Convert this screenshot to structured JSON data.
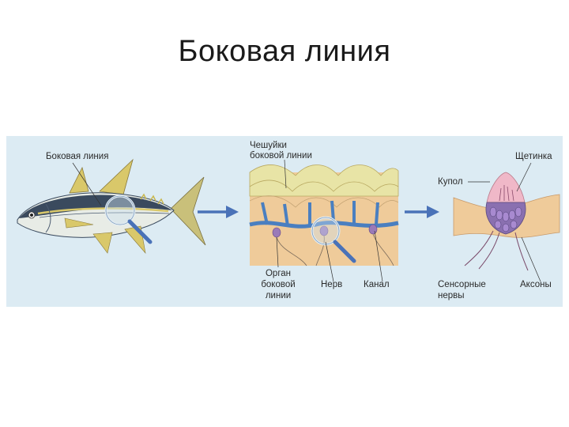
{
  "title": "Боковая линия",
  "labels": {
    "lateral_line": "Боковая линия",
    "scales_line1": "Чешуйки",
    "scales_line2": "боковой линии",
    "bristle": "Щетинка",
    "cupula": "Купол",
    "organ_line1": "Орган",
    "organ_line2": "боковой",
    "organ_line3": "линии",
    "nerve": "Нерв",
    "canal": "Канал",
    "sensory_line1": "Сенсорные",
    "sensory_line2": "нервы",
    "axons": "Аксоны"
  },
  "colors": {
    "background_panel": "#dcebf3",
    "arrow": "#4a72b8",
    "fish_back": "#3a4a5e",
    "fin_yellow": "#d9c86a",
    "canal_blue": "#4a7fc0",
    "organ_purple": "#9a7ab8",
    "skin_tan": "#efcb9a",
    "scale_yellow": "#e8e4a6"
  }
}
